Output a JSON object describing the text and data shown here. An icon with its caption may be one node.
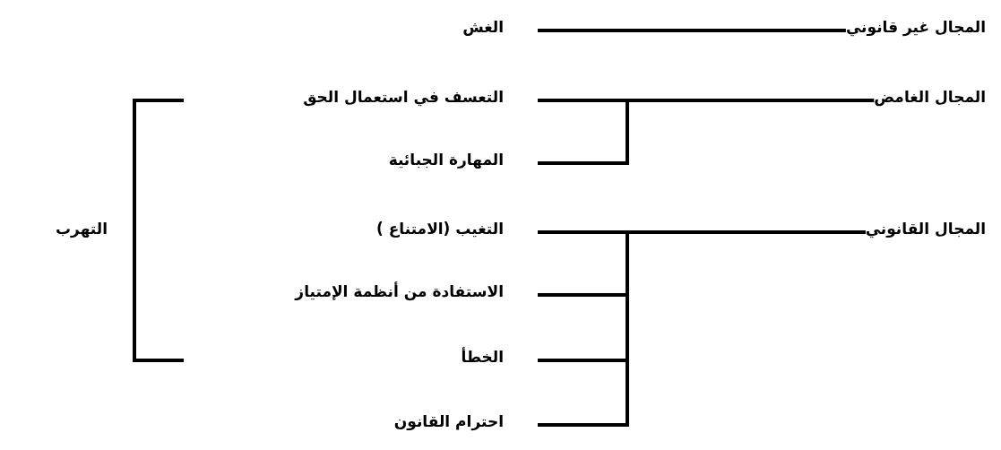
{
  "diagram": {
    "nodes": [
      {
        "text": [
          "المجال غير قانوني"
        ]
      },
      {
        "text": [
          "الغش"
        ]
      },
      {
        "text": [
          "المجال الغامض"
        ]
      },
      {
        "text": [
          "التعسف في استعمال الحق"
        ]
      },
      {
        "text": [
          "المهارة الجبائية"
        ]
      },
      {
        "text": [
          "المجال القانوني"
        ]
      },
      {
        "text": [
          "التغيب (الامتناع )"
        ]
      },
      {
        "text": [
          "الاستفادة من أنظمة الإمتياز"
        ]
      },
      {
        "text": [
          "الخطأ"
        ]
      },
      {
        "text": [
          "احترام القانون"
        ]
      },
      {
        "text": [
          "التهرب"
        ]
      }
    ],
    "edges": [
      {
        "from": 0,
        "to": 1,
        "arrow": "none"
      },
      {
        "from": 2,
        "to": 3,
        "arrow": "none"
      },
      {
        "from": 2,
        "to": 4,
        "arrow": "none"
      },
      {
        "from": 5,
        "to": 6,
        "arrow": "none"
      },
      {
        "from": 5,
        "to": 7,
        "arrow": "none"
      },
      {
        "from": 5,
        "to": 8,
        "arrow": "none"
      },
      {
        "from": 5,
        "to": 9,
        "arrow": "none"
      }
    ]
  }
}
